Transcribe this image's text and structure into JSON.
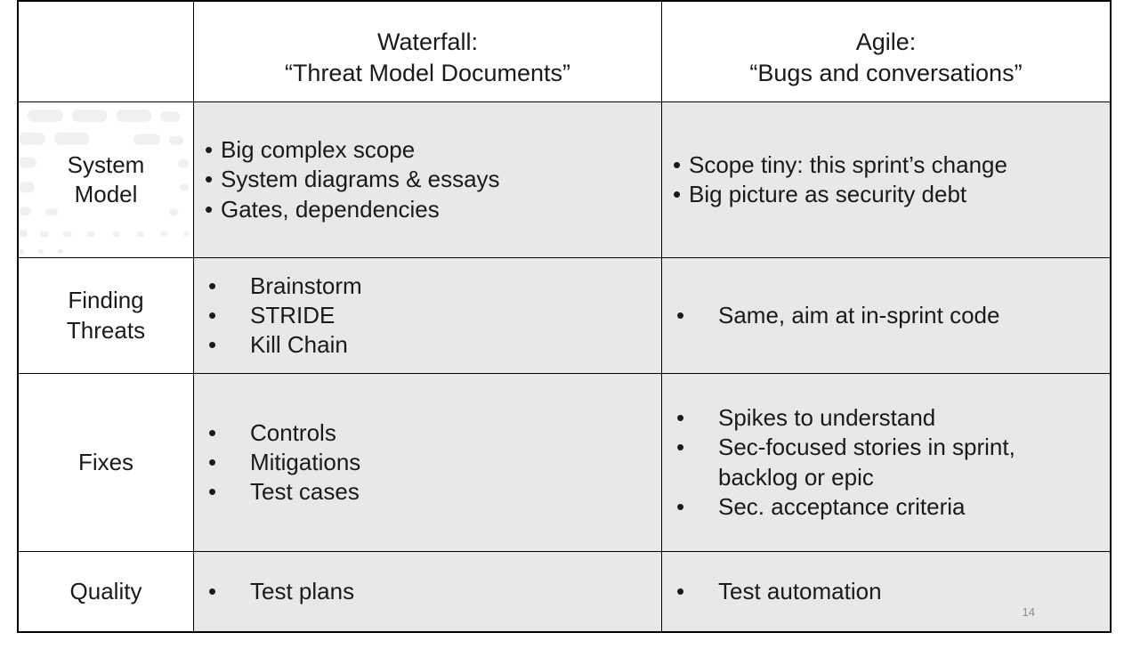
{
  "columns": {
    "waterfall": {
      "title": "Waterfall:",
      "subtitle": "“Threat Model Documents”"
    },
    "agile": {
      "title": "Agile:",
      "subtitle": "“Bugs and conversations”"
    }
  },
  "rows": {
    "system_model": {
      "label_line1": "System",
      "label_line2": "Model",
      "waterfall": [
        "Big complex scope",
        "System diagrams & essays",
        "Gates, dependencies"
      ],
      "agile": [
        "Scope tiny: this sprint’s change",
        "Big picture as security debt"
      ]
    },
    "finding_threats": {
      "label_line1": "Finding",
      "label_line2": "Threats",
      "waterfall": [
        "Brainstorm",
        "STRIDE",
        "Kill Chain"
      ],
      "agile": [
        "Same, aim at in-sprint code"
      ]
    },
    "fixes": {
      "label": "Fixes",
      "waterfall": [
        "Controls",
        "Mitigations",
        "Test cases"
      ],
      "agile": [
        "Spikes to understand",
        "Sec-focused stories in sprint,",
        "backlog or epic",
        "Sec. acceptance criteria"
      ]
    },
    "quality": {
      "label": "Quality",
      "waterfall": [
        "Test plans"
      ],
      "agile": [
        "Test automation"
      ]
    }
  },
  "page_number": "14",
  "colors": {
    "body_cell_bg": "#e7e9e9",
    "border": "#000000",
    "page_number": "#8c8c8c"
  }
}
